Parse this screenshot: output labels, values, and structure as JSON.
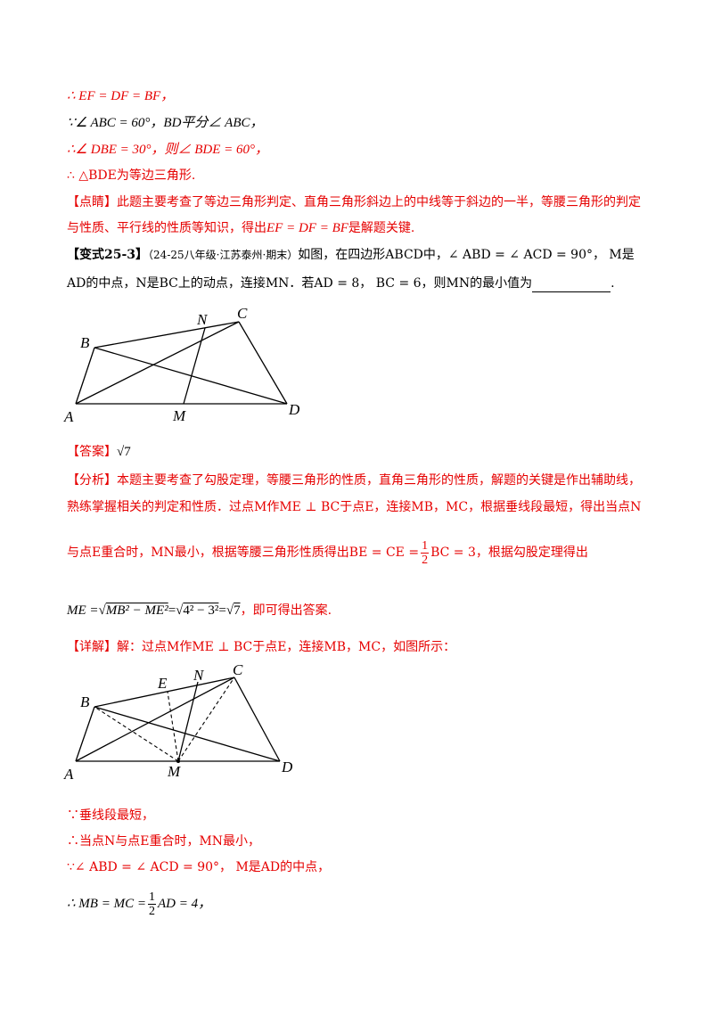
{
  "steps_top": [
    "∴ EF = DF = BF，",
    "∵∠ ABC = 60°，BD平分∠ ABC，",
    "∴∠ DBE = 30°，则∠ BDE = 60°，",
    "∴ △BDE为等边三角形."
  ],
  "dianjing": {
    "tag": "【点睛】",
    "line1": "此题主要考查了等边三角形判定、直角三角形斜边上的中线等于斜边的一半，等腰三角形的判定",
    "line2_a": "与性质、平行线的性质等知识，得出",
    "line2_math": "EF = DF = BF",
    "line2_b": "是解题关键."
  },
  "problem": {
    "tag": "【变式25-3】",
    "source": "（24-25八年级·江苏泰州·期末）",
    "line1": "如图，在四边形ABCD中，∠ ABD = ∠ ACD = 90°， M是",
    "line2_a": "AD的中点，N是BC上的动点，连接MN．若AD = 8， BC = 6，则MN的最小值为",
    "line2_end": "."
  },
  "answer": {
    "tag": "【答案】",
    "value": "√7"
  },
  "analysis": {
    "tag": "【分析】",
    "line1": "本题主要考查了勾股定理，等腰三角形的性质，直角三角形的性质，解题的关键是作出辅助线，",
    "line2": "熟练掌握相关的判定和性质．过点M作ME ⊥ BC于点E，连接MB，MC，根据垂线段最短，得出当点N",
    "line3_a": "与点E重合时，MN最小，根据等腰三角形性质得出BE = CE =",
    "line3_num": "1",
    "line3_den": "2",
    "line3_b": "BC = 3，根据勾股定理得出",
    "line4_a": "ME =",
    "line4_rad1": "MB² − ME²",
    "line4_eq1": "=",
    "line4_rad2": "4² − 3²",
    "line4_eq2": "=",
    "line4_rad3": "7",
    "line4_b": "，即可得出答案."
  },
  "detail": {
    "tag": "【详解】",
    "line1": "解：过点M作ME ⊥ BC于点E，连接MB，MC，如图所示："
  },
  "steps_bottom": [
    "∵垂线段最短，",
    "∴当点N与点E重合时，MN最小，",
    "∵∠ ABD = ∠ ACD = 90°， M是AD的中点，"
  ],
  "last_step": {
    "a": "∴ MB = MC =",
    "num": "1",
    "den": "2",
    "b": "AD = 4，"
  },
  "figure1_labels": {
    "A": "A",
    "B": "B",
    "C": "C",
    "D": "D",
    "M": "M",
    "N": "N"
  },
  "figure2_labels": {
    "A": "A",
    "B": "B",
    "C": "C",
    "D": "D",
    "M": "M",
    "N": "N",
    "E": "E"
  }
}
